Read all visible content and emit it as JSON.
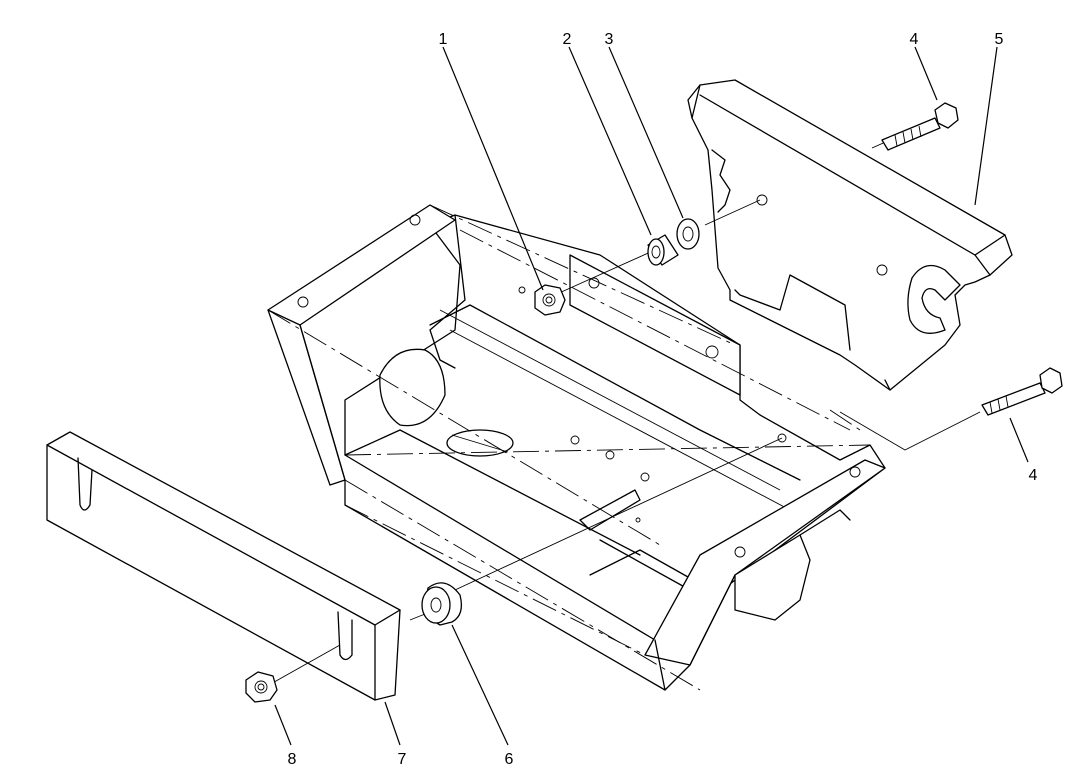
{
  "callouts": [
    {
      "id": "1",
      "label": "1"
    },
    {
      "id": "2",
      "label": "2"
    },
    {
      "id": "3",
      "label": "3"
    },
    {
      "id": "4a",
      "label": "4"
    },
    {
      "id": "5",
      "label": "5"
    },
    {
      "id": "4b",
      "label": "4"
    },
    {
      "id": "6",
      "label": "6"
    },
    {
      "id": "7",
      "label": "7"
    },
    {
      "id": "8",
      "label": "8"
    }
  ]
}
